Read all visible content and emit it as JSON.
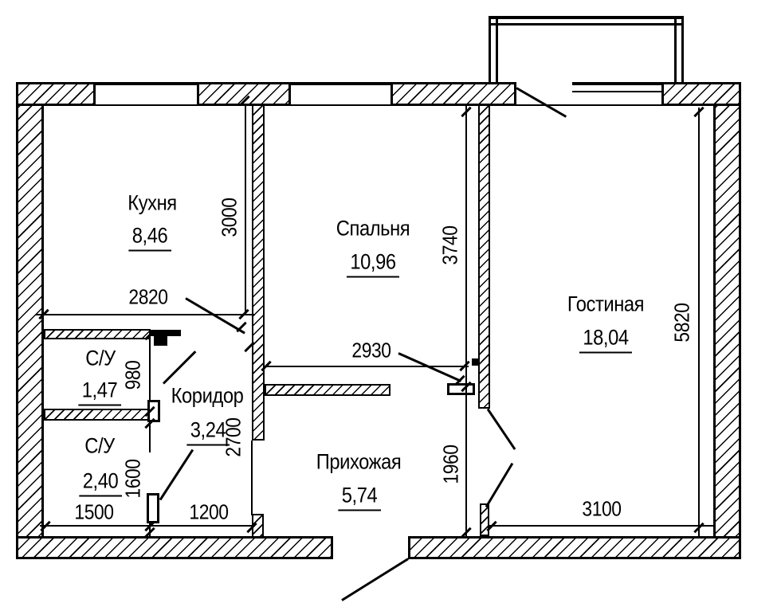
{
  "drawing": {
    "kind": "apartment-floor-plan",
    "units": "mm",
    "line_color": "#000000",
    "background": "#ffffff"
  },
  "rooms": {
    "kitchen": {
      "name": "Кухня",
      "area": "8,46"
    },
    "bedroom": {
      "name": "Спальня",
      "area": "10,96"
    },
    "living": {
      "name": "Гостиная",
      "area": "18,04"
    },
    "bath1": {
      "name": "С/У",
      "area": "1,47"
    },
    "bath2": {
      "name": "С/У",
      "area": "2,40"
    },
    "corridor": {
      "name": "Коридор",
      "area": "3,24"
    },
    "hall": {
      "name": "Прихожая",
      "area": "5,74"
    }
  },
  "dims": {
    "kitchen_w": "2820",
    "kitchen_h": "3000",
    "bedroom_w": "2930",
    "bedroom_h": "3740",
    "living_w": "3100",
    "living_h": "5820",
    "bath1_h": "980",
    "bath2_h": "1600",
    "bath2_w": "1500",
    "corridor_w": "1200",
    "corridor_h": "2700",
    "hall_h": "1960"
  }
}
